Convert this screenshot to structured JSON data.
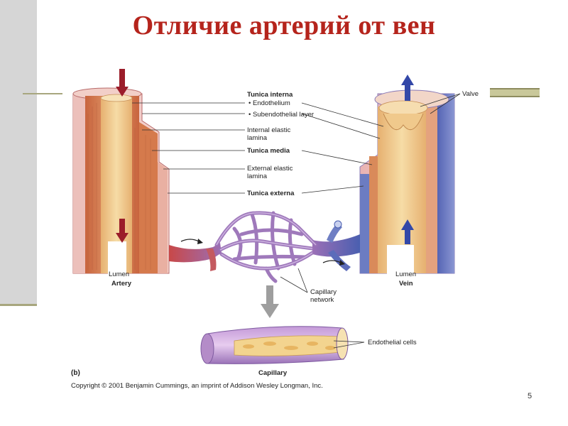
{
  "slide": {
    "title": "Отличие артерий от вен",
    "page_number": "5"
  },
  "diagram": {
    "labels": {
      "tunica_interna": "Tunica interna",
      "endothelium": "• Endothelium",
      "subendothelial": "• Subendothelial layer",
      "internal_elastic_1": "Internal elastic",
      "internal_elastic_2": "lamina",
      "tunica_media": "Tunica media",
      "external_elastic_1": "External elastic",
      "external_elastic_2": "lamina",
      "tunica_externa": "Tunica externa",
      "valve": "Valve",
      "lumen_artery": "Lumen",
      "artery": "Artery",
      "lumen_vein": "Lumen",
      "vein": "Vein",
      "capillary_network_1": "Capillary",
      "capillary_network_2": "network",
      "endothelial_cells": "Endothelial cells",
      "capillary": "Capillary"
    },
    "panel_label": "(b)",
    "copyright": "Copyright © 2001 Benjamin Cummings, an imprint of Addison Wesley Longman, Inc."
  },
  "colors": {
    "title": "#b5241c",
    "artery_red": "#b83a3a",
    "vein_blue": "#4a5fb0",
    "media": "#d98a5a",
    "interna": "#f1c98b",
    "capillary_purple": "#9a72b8"
  }
}
